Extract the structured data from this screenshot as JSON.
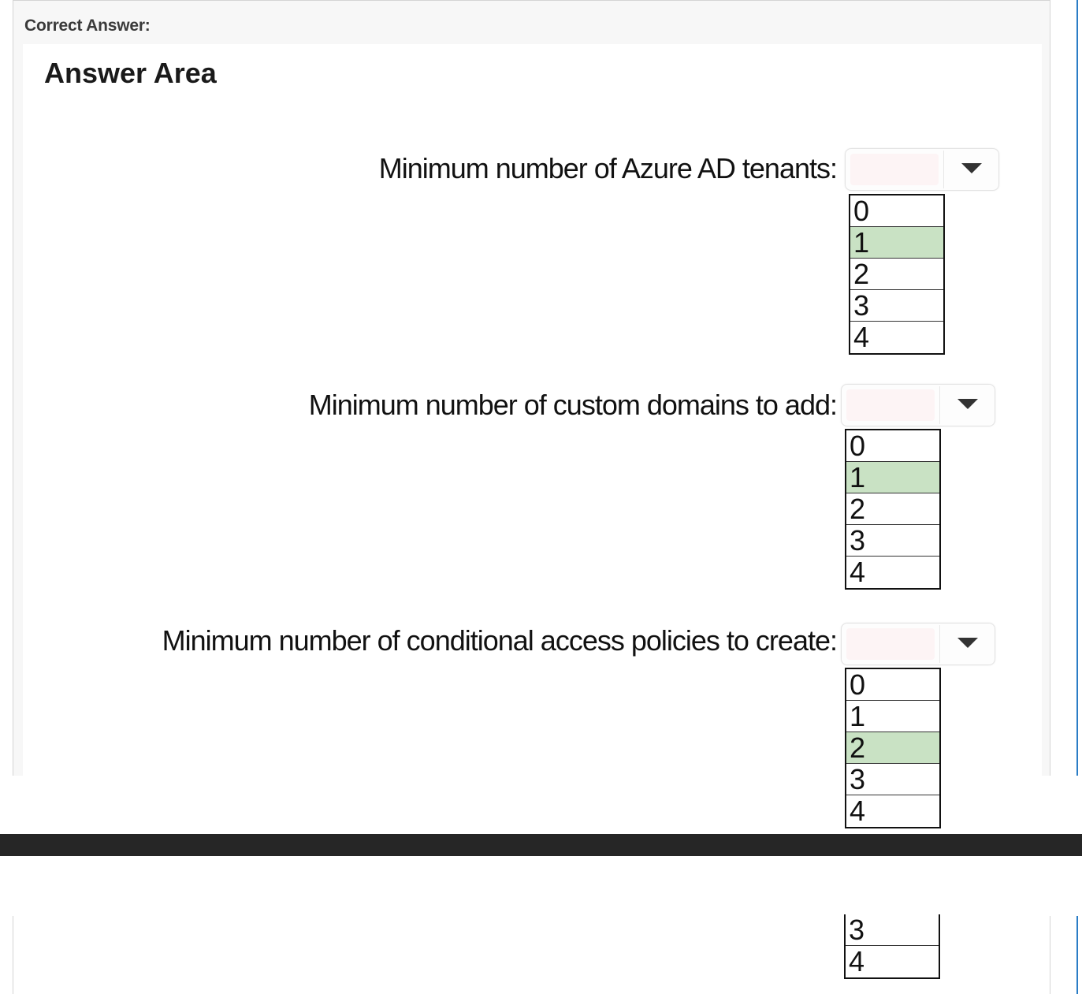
{
  "header": {
    "correct_answer_label": "Correct Answer:"
  },
  "answer_area": {
    "title": "Answer Area"
  },
  "questions": [
    {
      "label": "Minimum number of Azure AD tenants:",
      "options": [
        "0",
        "1",
        "2",
        "3",
        "4"
      ],
      "selected": "1"
    },
    {
      "label": "Minimum number of custom domains to add:",
      "options": [
        "0",
        "1",
        "2",
        "3",
        "4"
      ],
      "selected": "1"
    },
    {
      "label": "Minimum number of conditional access policies to create:",
      "options": [
        "0",
        "1",
        "2",
        "3",
        "4"
      ],
      "selected": "2"
    }
  ],
  "continued_options": [
    "3",
    "4"
  ],
  "colors": {
    "selected_option": "#c9e2c4",
    "accent_line": "#2a7dc6",
    "dark_bar": "#262626"
  }
}
